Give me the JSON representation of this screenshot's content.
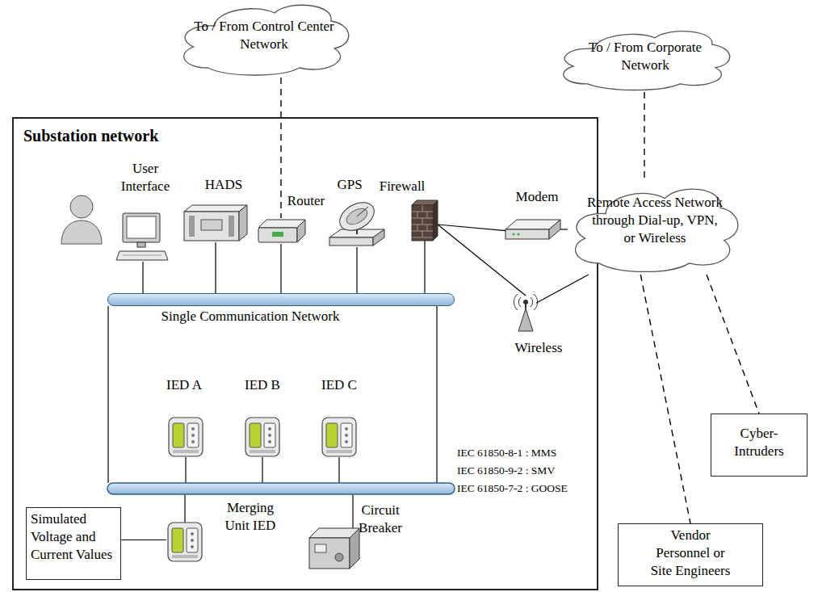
{
  "diagram": {
    "nodes": [
      {
        "text": [
          "To / From Control Center Network"
        ]
      },
      {
        "text": [
          "To / From Corporate Network"
        ]
      },
      {
        "text": [
          "Substation network"
        ]
      },
      {
        "text": [
          "User Interface"
        ],
        "in": 2
      },
      {
        "text": [
          "HADS"
        ],
        "in": 2
      },
      {
        "text": [
          "Router"
        ],
        "in": 2
      },
      {
        "text": [
          "GPS"
        ],
        "in": 2
      },
      {
        "text": [
          "Firewall"
        ],
        "in": 2
      },
      {
        "text": [
          "Modem"
        ],
        "in": 2
      },
      {
        "text": [
          "Remote Access Network through Dial-up, VPN, or Wireless"
        ]
      },
      {
        "text": [
          "Single Communication Network"
        ],
        "in": 2
      },
      {
        "text": [
          "Wireless"
        ],
        "in": 2
      },
      {
        "text": [
          "IED A"
        ],
        "in": 2
      },
      {
        "text": [
          "IED B"
        ],
        "in": 2
      },
      {
        "text": [
          "IED C"
        ],
        "in": 2
      },
      {
        "text": [
          "Cyber- Intruders"
        ]
      },
      {
        "text": [
          "Simulated Voltage and Current Values"
        ],
        "in": 2
      },
      {
        "text": [
          "Merging Unit IED"
        ],
        "in": 2
      },
      {
        "text": [
          "Circuit Breaker"
        ],
        "in": 2
      },
      {
        "text": [
          "Vendor Personnel or Site Engineers"
        ]
      }
    ],
    "edges": [
      {
        "from": 3,
        "to": 10,
        "arrow": "none"
      },
      {
        "from": 4,
        "to": 10,
        "arrow": "none"
      },
      {
        "from": 5,
        "to": 10,
        "arrow": "none"
      },
      {
        "from": 6,
        "to": 10,
        "arrow": "none"
      },
      {
        "from": 7,
        "to": 10,
        "arrow": "none"
      },
      {
        "from": 0,
        "to": 5,
        "arrow": "none"
      },
      {
        "from": 7,
        "to": 8,
        "arrow": "none"
      },
      {
        "from": 7,
        "to": 11,
        "arrow": "none"
      },
      {
        "from": 8,
        "to": 9,
        "arrow": "none"
      },
      {
        "from": 11,
        "to": 9,
        "arrow": "none"
      },
      {
        "from": 1,
        "to": 9,
        "arrow": "none"
      },
      {
        "from": 9,
        "to": 15,
        "arrow": "none"
      },
      {
        "from": 9,
        "to": 19,
        "arrow": "none"
      },
      {
        "from": 16,
        "to": 17,
        "arrow": "none"
      }
    ],
    "labels": [
      "IEC 61850-8-1 : MMS",
      "IEC 61850-9-2 : SMV",
      "IEC 61850-7-2 : GOOSE"
    ]
  }
}
